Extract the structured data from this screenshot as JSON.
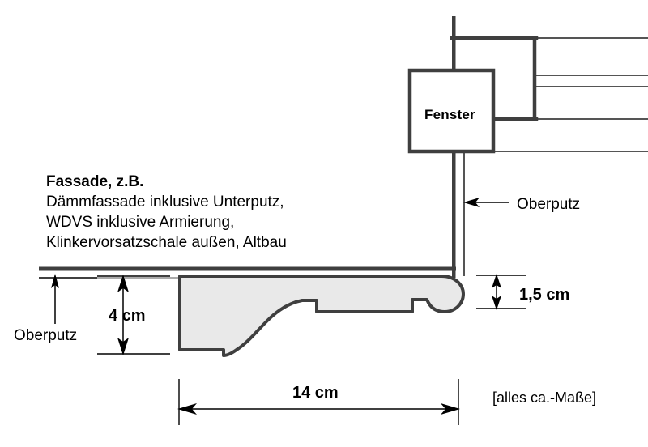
{
  "diagram": {
    "colors": {
      "stroke_heavy": "#3f3f3f",
      "stroke_thin": "#555555",
      "profile_fill": "#e9e9e9",
      "text": "#000000",
      "background": "#ffffff"
    },
    "window": {
      "label": "Fenster"
    },
    "facade_block": {
      "heading": "Fassade, z.B.",
      "lines": [
        "Dämmfassade inklusive Unterputz,",
        "WDVS inklusive Armierung,",
        "Klinkervorsatzschale außen, Altbau"
      ]
    },
    "callouts": {
      "render_right": "Oberputz",
      "render_left": "Oberputz"
    },
    "dimensions": {
      "height_profile": "4 cm",
      "height_nose": "1,5 cm",
      "width_profile": "14 cm"
    },
    "footnote": "[alles ca.-Maße]"
  }
}
